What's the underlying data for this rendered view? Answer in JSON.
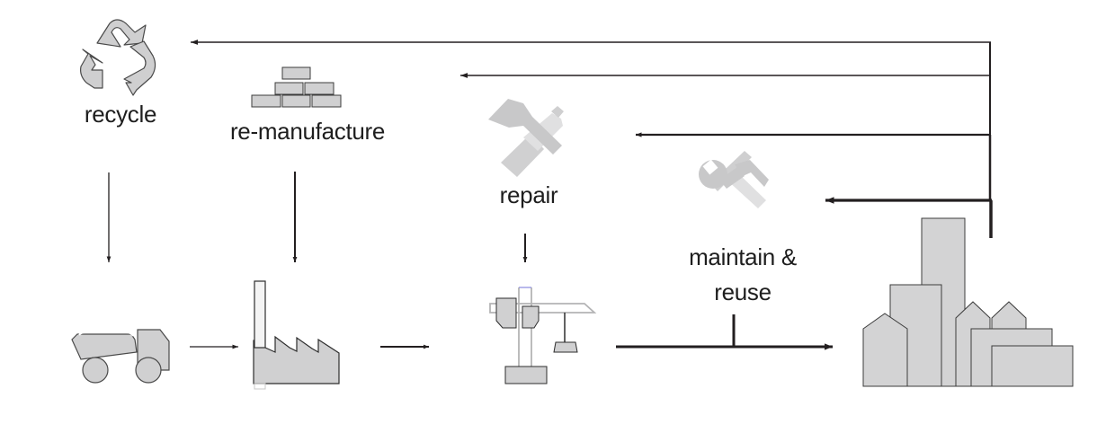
{
  "diagram": {
    "title": "",
    "colors": {
      "shape_fill": "#d3d3d4",
      "shape_stroke": "#3c3c3c",
      "line": "#231f20",
      "text": "#1e1e1e"
    },
    "nodes": [
      {
        "id": "recycle",
        "label": "recycle",
        "icon": "recycle-icon"
      },
      {
        "id": "remanufacture",
        "label": "re-manufacture",
        "icon": "bricks-icon"
      },
      {
        "id": "repair",
        "label": "repair",
        "icon": "hammer-screwdriver-icon"
      },
      {
        "id": "maintain",
        "label_line1": "maintain  &",
        "label_line2": "reuse",
        "icon": "wrench-hammer-icon"
      },
      {
        "id": "transport",
        "label": "",
        "icon": "truck-icon"
      },
      {
        "id": "factory",
        "label": "",
        "icon": "factory-icon"
      },
      {
        "id": "construction",
        "label": "",
        "icon": "crane-icon"
      },
      {
        "id": "city",
        "label": "",
        "icon": "city-buildings-icon"
      }
    ],
    "edges": [
      {
        "from": "city",
        "to": "recycle"
      },
      {
        "from": "city",
        "to": "remanufacture"
      },
      {
        "from": "city",
        "to": "repair"
      },
      {
        "from": "city",
        "to": "maintain"
      },
      {
        "from": "recycle",
        "to": "transport"
      },
      {
        "from": "remanufacture",
        "to": "factory"
      },
      {
        "from": "repair",
        "to": "construction"
      },
      {
        "from": "transport",
        "to": "factory"
      },
      {
        "from": "factory",
        "to": "construction"
      },
      {
        "from": "construction",
        "to": "city"
      },
      {
        "from": "maintain",
        "to": "city"
      }
    ]
  }
}
